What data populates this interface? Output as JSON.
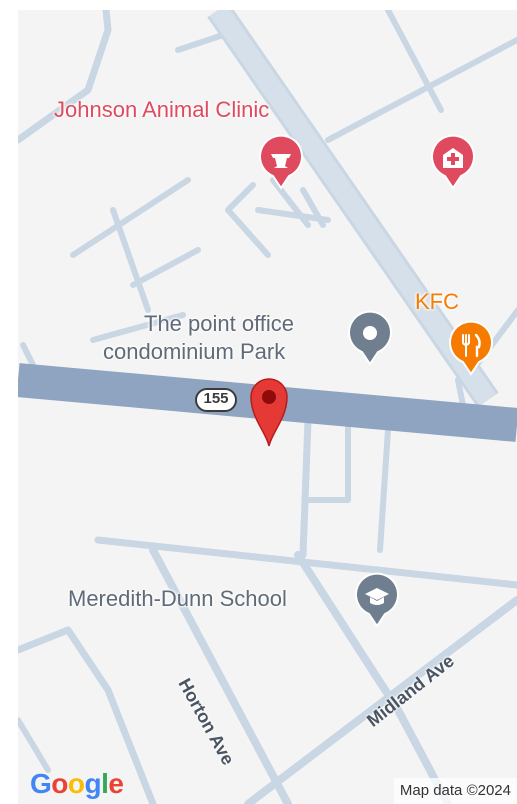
{
  "pois": {
    "animal_clinic": "Johnson Animal Clinic",
    "office_park_line1": "The point office",
    "office_park_line2": "condominium Park",
    "restaurant": "KFC",
    "school": "Meredith-Dunn School"
  },
  "streets": {
    "horton": "Horton Ave",
    "midland": "Midland Ave"
  },
  "route_shield": "155",
  "branding": {
    "logo_letters": [
      "G",
      "o",
      "o",
      "g",
      "l",
      "e"
    ],
    "logo_colors": [
      "#4285F4",
      "#EA4335",
      "#FBBC05",
      "#4285F4",
      "#34A853",
      "#EA4335"
    ],
    "attribution": "Map data ©2024"
  },
  "colors": {
    "map_background": "#f4f4f4",
    "minor_road": "#c9d6e3",
    "highway": "#8ea4c0",
    "medical_poi": "#e04a5f",
    "food_poi": "#f57c00",
    "school_poi": "#6f7f90",
    "park_poi": "#6f7f90",
    "pin": "#e53935"
  },
  "icons": {
    "animal_clinic": "pharmacy-mortar-icon",
    "hospital": "hospital-cross-icon",
    "restaurant": "fork-knife-icon",
    "office_park": "generic-poi-icon",
    "school": "graduation-cap-icon",
    "pin": "map-pin-icon"
  }
}
